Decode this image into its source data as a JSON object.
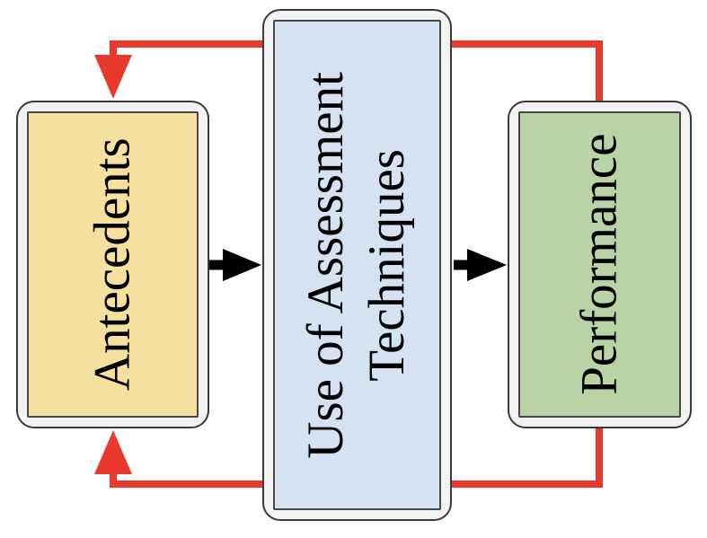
{
  "diagram": {
    "nodes": [
      {
        "id": "antecedents",
        "label": "Antecedents"
      },
      {
        "id": "use-of-assessment-techniques",
        "label": "Use of Assessment Techniques",
        "lines": [
          "Use of Assessment",
          "Techniques"
        ]
      },
      {
        "id": "performance",
        "label": "Performance"
      }
    ],
    "arrows": [
      {
        "name": "antecedents-to-assessment",
        "type": "flow"
      },
      {
        "name": "assessment-to-performance",
        "type": "flow"
      },
      {
        "name": "performance-to-antecedents-top",
        "type": "feedback"
      },
      {
        "name": "performance-to-antecedents-bottom",
        "type": "feedback"
      }
    ],
    "colors": {
      "antecedents_fill": "#f6e0a0",
      "assessment_fill": "#d5e3f1",
      "performance_fill": "#b9d3a6",
      "frame_fill": "#f2f2f2",
      "border": "#3a3a3a",
      "feedback_arrow": "#e8392c",
      "flow_arrow": "#000000",
      "label_text": "#000000"
    }
  }
}
